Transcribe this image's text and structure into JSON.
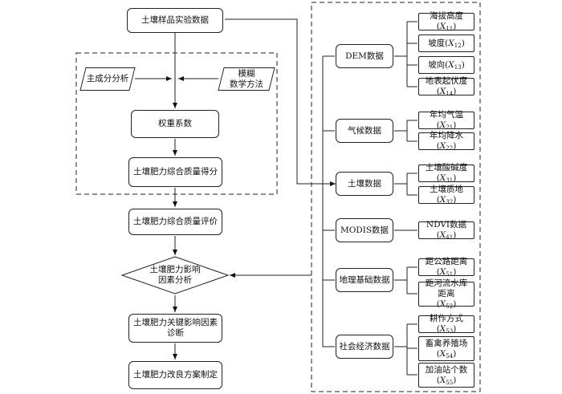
{
  "left": {
    "sample": "土壤样品实验数据",
    "pca": "主成分分析",
    "fuzzy_l1": "模糊",
    "fuzzy_l2": "数学方法",
    "weight": "权重系数",
    "score": "土壤肥力综合质量得分",
    "eval": "土壤肥力综合质量评价",
    "factor_l1": "土壤肥力影响",
    "factor_l2": "因素分析",
    "key_l1": "土壤肥力关键影响因素",
    "key_l2": "诊断",
    "plan": "土壤肥力改良方案制定"
  },
  "categories": {
    "dem": "DEM数据",
    "climate": "气候数据",
    "soil": "土壤数据",
    "modis": "MODIS数据",
    "geo": "地理基础数据",
    "socio": "社会经济数据"
  },
  "vars": [
    {
      "label": "海拔高度(",
      "sym": "X",
      "sub": "11",
      "close": ")"
    },
    {
      "label": "坡度(",
      "sym": "X",
      "sub": "12",
      "close": ")"
    },
    {
      "label": "坡向(",
      "sym": "X",
      "sub": "13",
      "close": ")"
    },
    {
      "label": "地表起伏度(",
      "sym": "X",
      "sub": "14",
      "close": ")"
    },
    {
      "label": "年均气温(",
      "sym": "X",
      "sub": "21",
      "close": ")"
    },
    {
      "label": "年均降水(",
      "sym": "X",
      "sub": "22",
      "close": ")"
    },
    {
      "label": "土壤酸碱度(",
      "sym": "X",
      "sub": "31",
      "close": ")"
    },
    {
      "label": "土壤质地(",
      "sym": "X",
      "sub": "32",
      "close": ")"
    },
    {
      "label": "NDVI数据(",
      "sym": "X",
      "sub": "41",
      "close": ")"
    },
    {
      "label": "距公路距离(",
      "sym": "X",
      "sub": "51",
      "close": ")"
    },
    {
      "label": "距河流水库距离",
      "sym": "X",
      "sub": "52",
      "open": "(",
      "close": ")"
    },
    {
      "label": "耕作方式(",
      "sym": "X",
      "sub": "53",
      "close": ")"
    },
    {
      "label": "畜禽养殖场",
      "sym": "X",
      "sub": "54",
      "open": "(",
      "close": ")"
    },
    {
      "label": "加油站个数",
      "sym": "X",
      "sub": "55",
      "open": "(",
      "close": ")"
    }
  ]
}
